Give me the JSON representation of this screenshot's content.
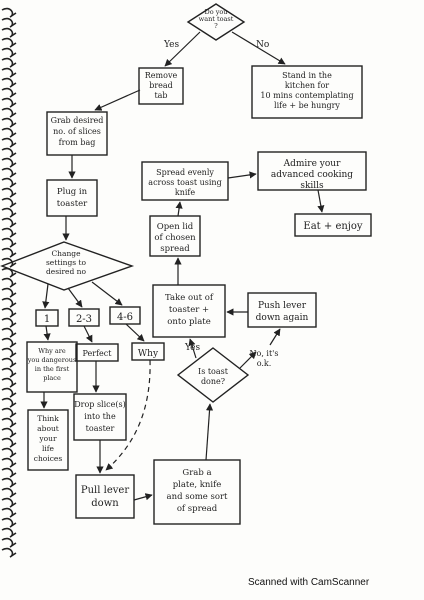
{
  "footer": "Scanned with CamScanner",
  "nodes": {
    "toast_question": [
      "Do you",
      "want toast",
      "?"
    ],
    "remove_bread": [
      "Remove",
      "bread",
      "tab"
    ],
    "stand_kitchen": [
      "Stand in the",
      "kitchen for",
      "10 mins contemplating",
      "life + be hungry"
    ],
    "grab_slices": [
      "Grab desired",
      "no. of slices",
      "from bag"
    ],
    "plug_toaster": [
      "Plug in",
      "toaster"
    ],
    "change_settings": [
      "Change",
      "settings to",
      "desired no"
    ],
    "opt_1": [
      "1"
    ],
    "opt_2_3": [
      "2-3"
    ],
    "opt_4_6": [
      "4-6"
    ],
    "why_dangerous": [
      "Why are",
      "you dangerous",
      "in the first",
      "place"
    ],
    "perfect": [
      "Perfect"
    ],
    "why": [
      "Why"
    ],
    "think_choices": [
      "Think",
      "about",
      "your",
      "life",
      "choices"
    ],
    "drop_slices": [
      "Drop slice(s)",
      "into the",
      "toaster"
    ],
    "pull_lever": [
      "Pull lever",
      "down"
    ],
    "grab_plate": [
      "Grab a",
      "plate, knife",
      "and some sort",
      "of spread"
    ],
    "toast_done": [
      "Is toast",
      "done?"
    ],
    "no_its_ok": [
      "No, it's",
      "o.k."
    ],
    "push_lever": [
      "Push lever",
      "down again"
    ],
    "take_out": [
      "Take out of",
      "toaster +",
      "onto plate"
    ],
    "open_lid": [
      "Open lid",
      "of chosen",
      "spread"
    ],
    "spread_evenly": [
      "Spread evenly",
      "across toast using",
      "knife"
    ],
    "admire": [
      "Admire your",
      "advanced cooking",
      "skills"
    ],
    "eat_enjoy": [
      "Eat + enjoy"
    ]
  },
  "edge_labels": {
    "yes_toast": "Yes",
    "no_toast": "No",
    "yes_done": "Yes"
  }
}
